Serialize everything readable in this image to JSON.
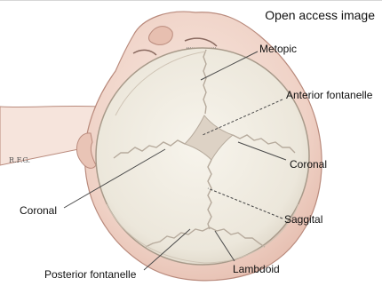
{
  "badge": "Open access image",
  "artist_initials": "R.F.G.",
  "labels": {
    "metopic": "Metopic",
    "anterior_fontanelle": "Anterior fontanelle",
    "coronal_right": "Coronal",
    "coronal_left": "Coronal",
    "saggital": "Saggital",
    "posterior_fontanelle": "Posterior fontanelle",
    "lambdoid": "Lambdoid"
  },
  "colors": {
    "skin": "#f3ddd3",
    "skin_shadow": "#d9ab9d",
    "skull": "#f1eee4",
    "fontanelle": "#ddd3c6",
    "suture": "#b6aa9c",
    "leader": "#4a4a4a"
  }
}
